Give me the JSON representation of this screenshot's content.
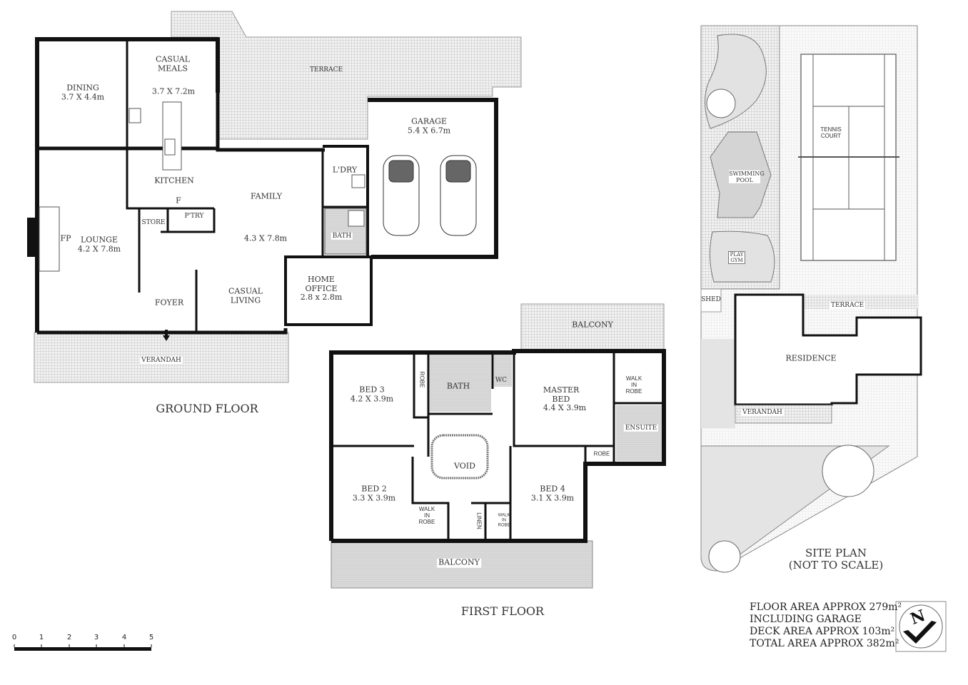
{
  "ground_floor": {
    "title": "GROUND FLOOR",
    "rooms": [
      {
        "id": "dining",
        "name": "DINING",
        "dims": "3.7 X 4.4m"
      },
      {
        "id": "casual-meals",
        "name": "CASUAL MEALS",
        "dims": "3.7 X 7.2m"
      },
      {
        "id": "kitchen",
        "name": "KITCHEN"
      },
      {
        "id": "fridge",
        "name": "F"
      },
      {
        "id": "pantry",
        "name": "P'TRY"
      },
      {
        "id": "store",
        "name": "STORE"
      },
      {
        "id": "fireplace",
        "name": "FP"
      },
      {
        "id": "lounge",
        "name": "LOUNGE",
        "dims": "4.2 X 7.8m"
      },
      {
        "id": "foyer",
        "name": "FOYER"
      },
      {
        "id": "family",
        "name": "FAMILY",
        "dims": "4.3 X 7.8m"
      },
      {
        "id": "casual-living",
        "name": "CASUAL LIVING"
      },
      {
        "id": "laundry",
        "name": "L'DRY"
      },
      {
        "id": "bath",
        "name": "BATH"
      },
      {
        "id": "home-office",
        "name": "HOME OFFICE",
        "dims": "2.8 x 2.8m"
      },
      {
        "id": "garage",
        "name": "GARAGE",
        "dims": "5.4 X 6.7m"
      },
      {
        "id": "terrace",
        "name": "TERRACE"
      },
      {
        "id": "verandah",
        "name": "VERANDAH"
      }
    ]
  },
  "first_floor": {
    "title": "FIRST FLOOR",
    "rooms": [
      {
        "id": "bed3",
        "name": "BED 3",
        "dims": "4.2 X 3.9m"
      },
      {
        "id": "robe1",
        "name": "ROBE"
      },
      {
        "id": "bath",
        "name": "BATH"
      },
      {
        "id": "wc",
        "name": "WC"
      },
      {
        "id": "master-bed",
        "name": "MASTER BED",
        "dims": "4.4 X 3.9m"
      },
      {
        "id": "walk-in-robe-master",
        "name": "WALK IN ROBE"
      },
      {
        "id": "ensuite",
        "name": "ENSUITE"
      },
      {
        "id": "robe2",
        "name": "ROBE"
      },
      {
        "id": "void",
        "name": "VOID"
      },
      {
        "id": "bed2",
        "name": "BED 2",
        "dims": "3.3 X 3.9m"
      },
      {
        "id": "walk-in-robe-bed2",
        "name": "WALK IN ROBE"
      },
      {
        "id": "linen",
        "name": "LINEN"
      },
      {
        "id": "walk-in-robe-bed4",
        "name": "WALK IN ROBE"
      },
      {
        "id": "bed4",
        "name": "BED 4",
        "dims": "3.1 X 3.9m"
      },
      {
        "id": "balcony-top",
        "name": "BALCONY"
      },
      {
        "id": "balcony-bottom",
        "name": "BALCONY"
      }
    ]
  },
  "site_plan": {
    "title": "SITE PLAN",
    "subtitle": "(NOT TO SCALE)",
    "labels": {
      "tennis": "TENNIS COURT",
      "pool": "SWIMMING POOL",
      "play": "PLAY GYM",
      "shed": "SHED",
      "terrace": "TERRACE",
      "residence": "RESIDENCE",
      "verandah": "VERANDAH"
    }
  },
  "areas": {
    "line1": "FLOOR AREA APPROX 279m²",
    "line2": "INCLUDING GARAGE",
    "line3": "DECK AREA APPROX 103m²",
    "line4": "TOTAL AREA APPROX 382m²"
  },
  "compass": {
    "label": "N"
  },
  "scale_bar": {
    "ticks": [
      "0",
      "1",
      "2",
      "3",
      "4",
      "5"
    ]
  },
  "colors": {
    "wall": "#111111",
    "hatch": "#bdbdbd",
    "wet": "#c8c8c8",
    "balcony": "#d6d6d6",
    "garden": "#e4e4e4"
  }
}
